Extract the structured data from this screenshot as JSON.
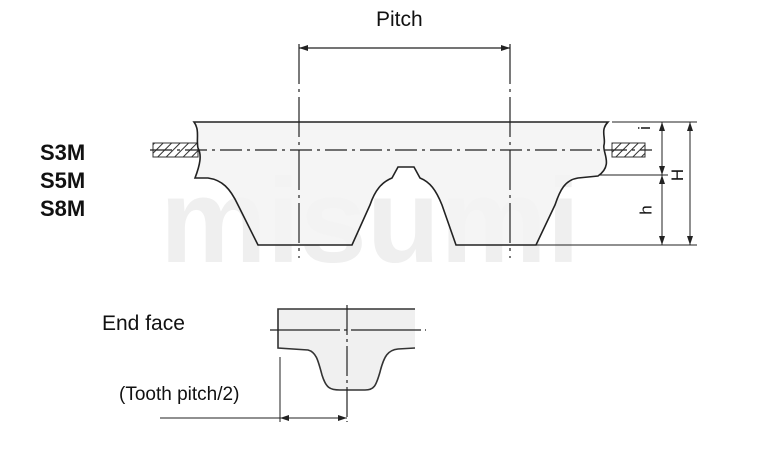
{
  "labels": {
    "pitch": "Pitch",
    "models": [
      "S3M",
      "S5M",
      "S8M"
    ],
    "end_face": "End face",
    "tooth_pitch_half": "(Tooth pitch/2)",
    "dim_i": "i",
    "dim_H": "H",
    "dim_h": "h"
  },
  "watermark": "misumi",
  "colors": {
    "line": "#222222",
    "fill": "#f0f0f0",
    "watermark": "#eeeeee"
  }
}
